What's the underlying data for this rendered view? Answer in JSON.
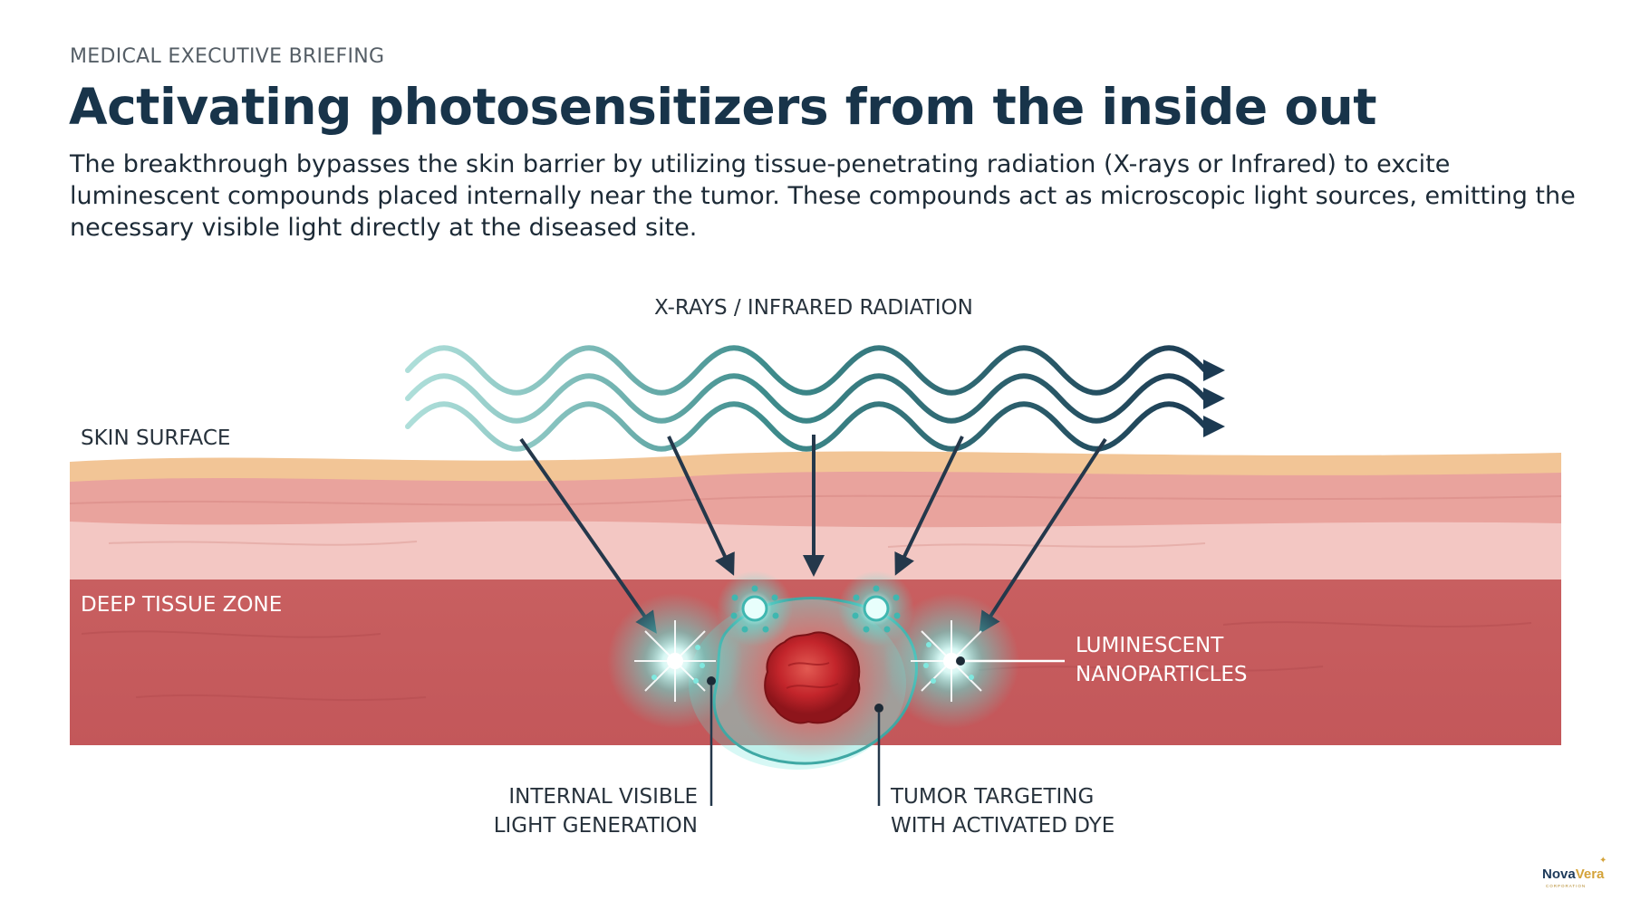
{
  "header": {
    "eyebrow": "MEDICAL EXECUTIVE BRIEFING",
    "title": "Activating photosensitizers from the inside out",
    "intro": "The breakthrough bypasses the skin barrier by utilizing tissue-penetrating radiation (X-rays or Infrared) to excite luminescent compounds placed internally near the tumor. These compounds act as microscopic light sources, emitting the necessary visible light directly at the diseased site."
  },
  "diagram": {
    "radiation_label": "X-RAYS / INFRARED RADIATION",
    "skin_label": "SKIN SURFACE",
    "deep_label": "DEEP TISSUE ZONE",
    "nanoparticles_line1": "LUMINESCENT",
    "nanoparticles_line2": "NANOPARTICLES",
    "light_line1": "INTERNAL VISIBLE",
    "light_line2": "LIGHT GENERATION",
    "tumor_line1": "TUMOR TARGETING",
    "tumor_line2": "WITH ACTIVATED DYE"
  },
  "logo": {
    "name_part1": "Nova",
    "name_part2": "Vera",
    "sub": "CORPORATION"
  },
  "colors": {
    "title": "#18344a",
    "wave_start": "#8fd3cc",
    "wave_end": "#1c3a52",
    "skin_top": "#f2c596",
    "dermis": "#e9a39d",
    "deep_tissue": "#c85c5e",
    "tumor": "#c3252b",
    "glow": "#5fe3d8",
    "logo_accent": "#d4a33a"
  }
}
